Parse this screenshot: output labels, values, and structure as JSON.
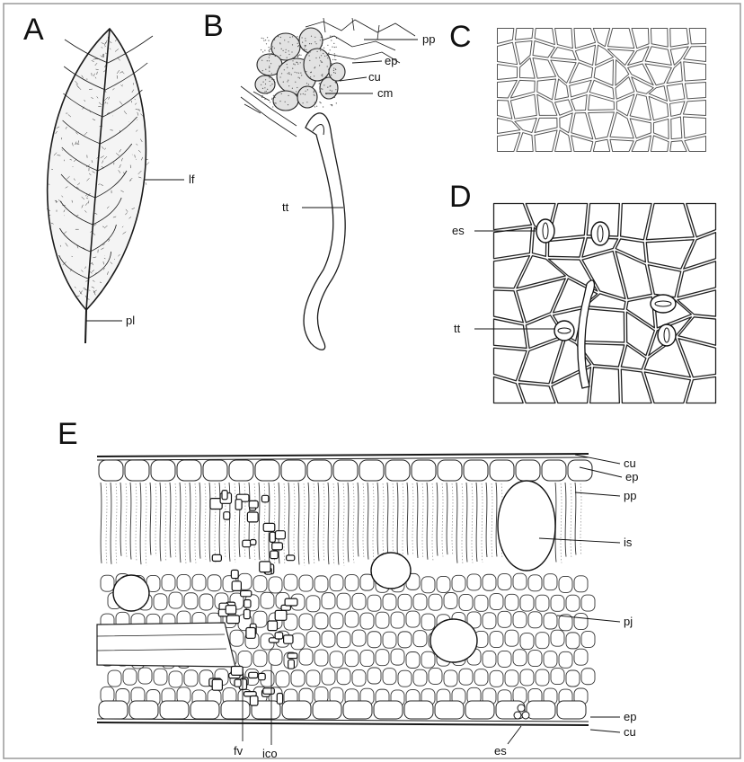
{
  "panels": {
    "A": {
      "letter": "A",
      "labels": {
        "lf": "lf",
        "pl": "pl"
      }
    },
    "B": {
      "letter": "B",
      "labels": {
        "pp": "pp",
        "ep": "ep",
        "cu": "cu",
        "cm": "cm",
        "tt": "tt"
      }
    },
    "C": {
      "letter": "C",
      "labels": {}
    },
    "D": {
      "letter": "D",
      "labels": {
        "es": "es",
        "tt": "tt"
      }
    },
    "E": {
      "letter": "E",
      "labels": {
        "cu_top": "cu",
        "ep_top": "ep",
        "pp": "pp",
        "is": "is",
        "pj": "pj",
        "ep_bottom": "ep",
        "cu_bottom": "cu",
        "es": "es",
        "fv": "fv",
        "ico": "ico"
      }
    }
  },
  "colors": {
    "ink": "#1a1a1a",
    "background": "#ffffff",
    "frame": "#9a9a9a"
  }
}
